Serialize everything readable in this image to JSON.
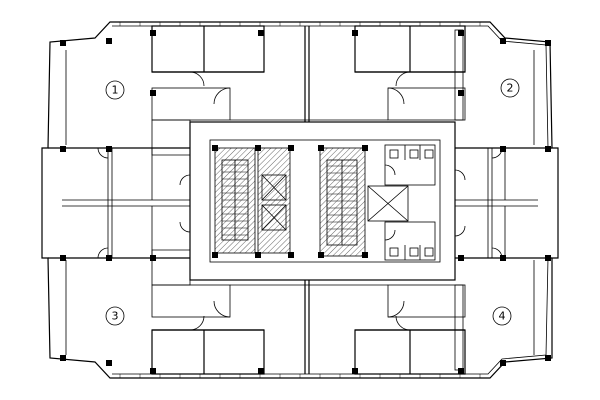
{
  "zones": [
    {
      "label": "1"
    },
    {
      "label": "2"
    },
    {
      "label": "3"
    },
    {
      "label": "4"
    }
  ]
}
